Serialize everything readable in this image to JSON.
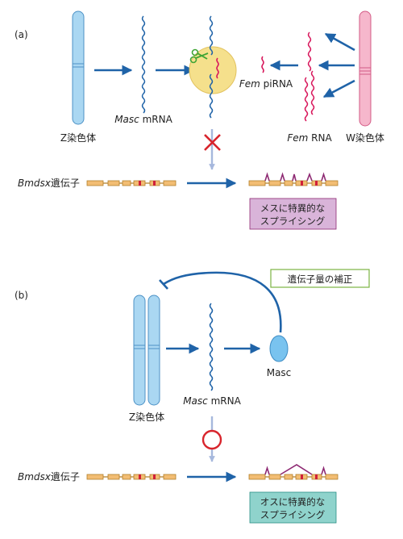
{
  "panel_a": {
    "label": "(a)",
    "z_chromosome": "Z染色体",
    "masc_mrna": {
      "italic": "Masc",
      "plain": " mRNA"
    },
    "fem_pirna": {
      "italic": "Fem",
      "plain": " piRNA"
    },
    "fem_rna": {
      "italic": "Fem",
      "plain": " RNA"
    },
    "w_chromosome": "W染色体",
    "gene": {
      "italic": "Bmdsx",
      "plain": "遺伝子"
    },
    "result_line1": "メスに特異的な",
    "result_line2": "スプライシング"
  },
  "panel_b": {
    "label": "(b)",
    "compensation": "遺伝子量の補正",
    "masc_protein": "Masc",
    "masc_mrna": {
      "italic": "Masc",
      "plain": " mRNA"
    },
    "z_chromosome": "Z染色体",
    "gene": {
      "italic": "Bmdsx",
      "plain": "遺伝子"
    },
    "result_line1": "オスに特異的な",
    "result_line2": "スプライシング"
  },
  "colors": {
    "arrow_blue": "#1f63a8",
    "z_chrom_fill": "#aad7f2",
    "w_chrom_fill": "#f6b7cc",
    "pirna_pink": "#d8185c",
    "cleavage_circle": "#f5e08c",
    "scissors_green": "#3fa535",
    "exon_orange": "#f2bd73",
    "exon_red": "#d0203a",
    "splice_purple": "#8e2a73",
    "female_box": "#d9b4d9",
    "male_box": "#8fd3cc",
    "comp_box_border": "#7cb342",
    "masc_protein": "#79c3ef",
    "cross_red": "#d8242c",
    "down_arrow": "#a6b8dd"
  }
}
